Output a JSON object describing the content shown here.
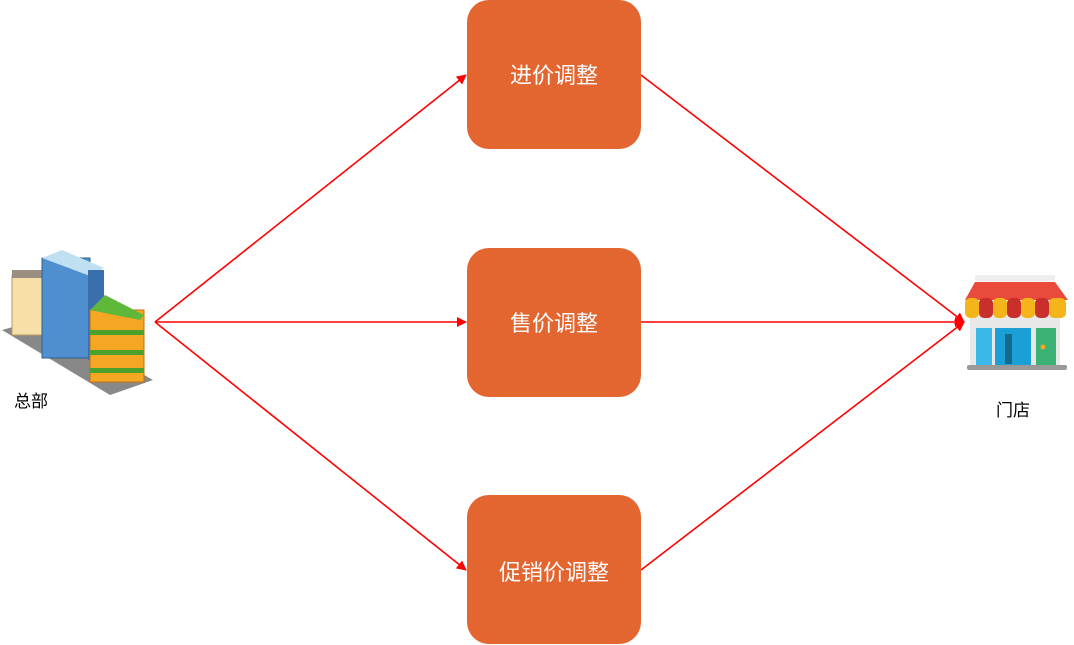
{
  "nodes": {
    "headquarters": {
      "label": "总部",
      "icon": "office-buildings-icon"
    },
    "store": {
      "label": "门店",
      "icon": "storefront-icon"
    },
    "purchase_price": {
      "label": "进价调整"
    },
    "sale_price": {
      "label": "售价调整"
    },
    "promo_price": {
      "label": "促销价调整"
    }
  },
  "colors": {
    "box": "#E36631",
    "arrow": "#FF0000"
  }
}
